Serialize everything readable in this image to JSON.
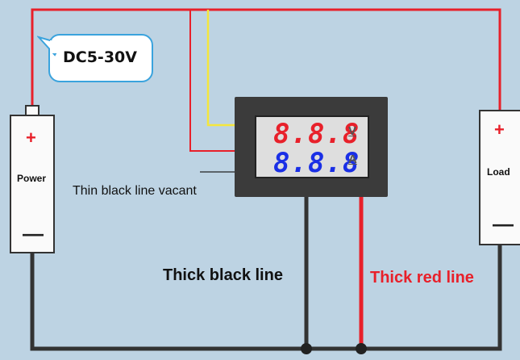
{
  "callout": {
    "supply_range": "DC5-30V"
  },
  "power_source": {
    "label": "Power",
    "positive": "+",
    "negative": "—"
  },
  "load": {
    "label": "Load",
    "positive": "+",
    "negative": "—"
  },
  "meter": {
    "voltage_reading": "8.8.8",
    "current_reading": "8.8.8",
    "voltage_unit": "V",
    "current_unit": "A"
  },
  "annotations": {
    "thin_black_line": "Thin black line vacant",
    "thick_black_line": "Thick black line",
    "thick_red_line": "Thick red line"
  },
  "colors": {
    "background": "#bdd3e3",
    "red_wire": "#e8202a",
    "yellow_wire": "#f5e63c",
    "black_wire": "#333333",
    "voltage_digits": "#e8202a",
    "current_digits": "#1a2fe6"
  }
}
